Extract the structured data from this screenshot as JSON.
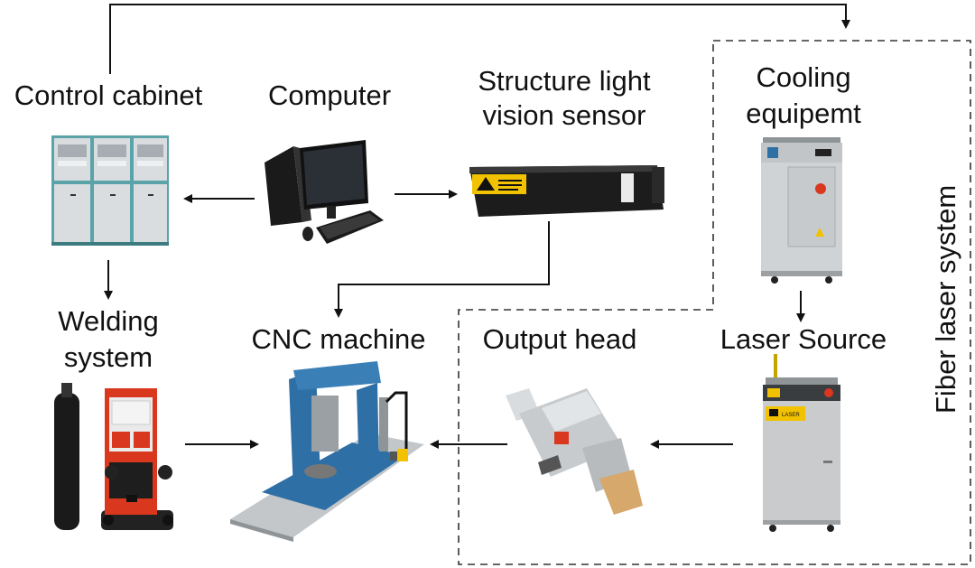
{
  "labels": {
    "control_cabinet": "Control cabinet",
    "computer": "Computer",
    "sensor_line1": "Structure light",
    "sensor_line2": "vision sensor",
    "cooling_line1": "Cooling",
    "cooling_line2": "equipemt",
    "welding_line1": "Welding",
    "welding_line2": "system",
    "cnc_machine": "CNC machine",
    "output_head": "Output head",
    "laser_source": "Laser Source",
    "fiber_laser_system": "Fiber laser system"
  },
  "device_text": {
    "laser_warning": "LASER"
  },
  "colors": {
    "line": "#111111",
    "dashed_border": "#333333",
    "cabinet_body": "#d9dde0",
    "cabinet_trim": "#5aa3a8",
    "laser_source_body": "#c9cbcc",
    "warning_yellow": "#f2c200",
    "cnc_blue": "#2e6fa6",
    "welder_red": "#d9381e"
  },
  "icons": {
    "control_cabinet": "server-cabinet-icon",
    "computer": "desktop-computer-icon",
    "sensor": "laser-sensor-icon",
    "cooling": "chiller-unit-icon",
    "welding": "welding-machine-icon",
    "cnc": "gantry-cnc-icon",
    "output_head": "laser-head-icon",
    "laser_source": "laser-cabinet-icon"
  }
}
